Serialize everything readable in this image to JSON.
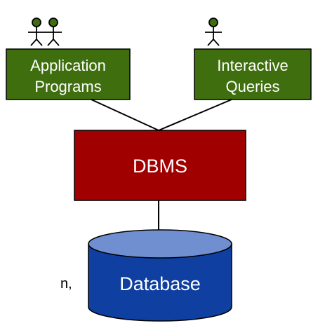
{
  "diagram": {
    "nodes": {
      "app_programs": {
        "line1": "Application",
        "line2": "Programs",
        "users": 2
      },
      "interactive_queries": {
        "line1": "Interactive",
        "line2": "Queries",
        "users": 1
      },
      "dbms": {
        "label": "DBMS"
      },
      "database": {
        "label": "Database"
      }
    },
    "edges": [
      {
        "from": "Application Programs",
        "to": "DBMS"
      },
      {
        "from": "Interactive Queries",
        "to": "DBMS"
      },
      {
        "from": "DBMS",
        "to": "Database"
      }
    ],
    "clipped_text": "n,"
  },
  "colors": {
    "client_box_fill": "#3f6e0f",
    "dbms_fill": "#a00000",
    "database_body": "#0f3fa0",
    "database_top": "#6f8fd0",
    "line": "#000000"
  }
}
